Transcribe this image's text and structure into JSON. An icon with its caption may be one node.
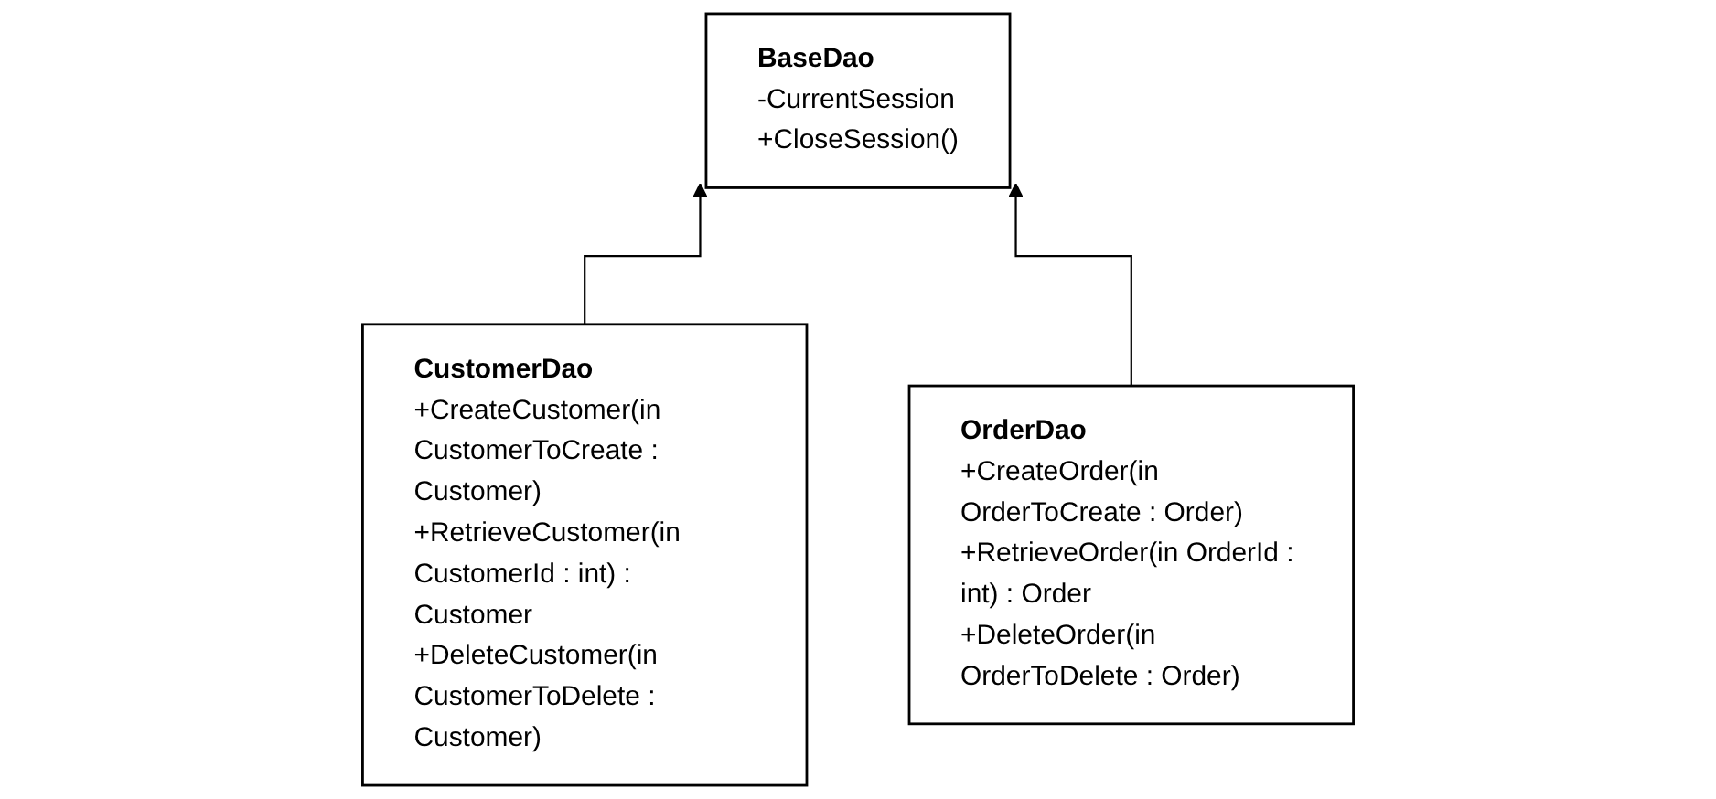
{
  "diagram": {
    "nodes": [
      {
        "text": [
          "BaseDao",
          "-CurrentSession",
          "+CloseSession()"
        ]
      },
      {
        "text": [
          "CustomerDao",
          "+CreateCustomer(in CustomerToCreate : Customer)",
          "+RetrieveCustomer(in CustomerId : int) : Customer",
          "+DeleteCustomer(in CustomerToDelete : Customer)"
        ]
      },
      {
        "text": [
          "OrderDao",
          "+CreateOrder(in OrderToCreate : Order)",
          "+RetrieveOrder(in OrderId : int) : Order",
          "+DeleteOrder(in OrderToDelete : Order)"
        ]
      }
    ],
    "edges": [
      {
        "from": 1,
        "to": 0,
        "arrow": "to"
      },
      {
        "from": 2,
        "to": 0,
        "arrow": "to"
      }
    ]
  }
}
